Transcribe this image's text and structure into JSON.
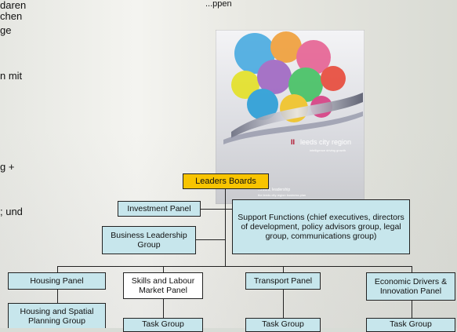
{
  "left_text": {
    "line1": "daren",
    "line2": "chen",
    "line3": "ge",
    "line4": "n mit",
    "line5": "g +",
    "line6": "; und"
  },
  "top_fragment": "...ppen",
  "cover": {
    "brand": "leeds city region",
    "brand_mark": "II",
    "tagline": "intelligence driving growth",
    "lower_text1": "...ment, leadership",
    "lower_text2": "the leeds city region business plan"
  },
  "org": {
    "leaders_boards": "Leaders Boards",
    "investment_panel": "Investment Panel",
    "business_leadership_group": "Business Leadership Group",
    "support_functions": "Support Functions (chief executives, directors of development, policy advisors group, legal group, communications group)",
    "panels": [
      {
        "label": "Housing Panel",
        "sub": "Housing and Spatial Planning Group"
      },
      {
        "label": "Skills and Labour Market Panel",
        "sub": "Task Group"
      },
      {
        "label": "Transport Panel",
        "sub": "Task Group"
      },
      {
        "label": "Economic Drivers & Innovation Panel",
        "sub": "Task Group"
      }
    ]
  },
  "colors": {
    "box_fill": "#c7e6ec",
    "leaders_fill": "#f8c400"
  }
}
